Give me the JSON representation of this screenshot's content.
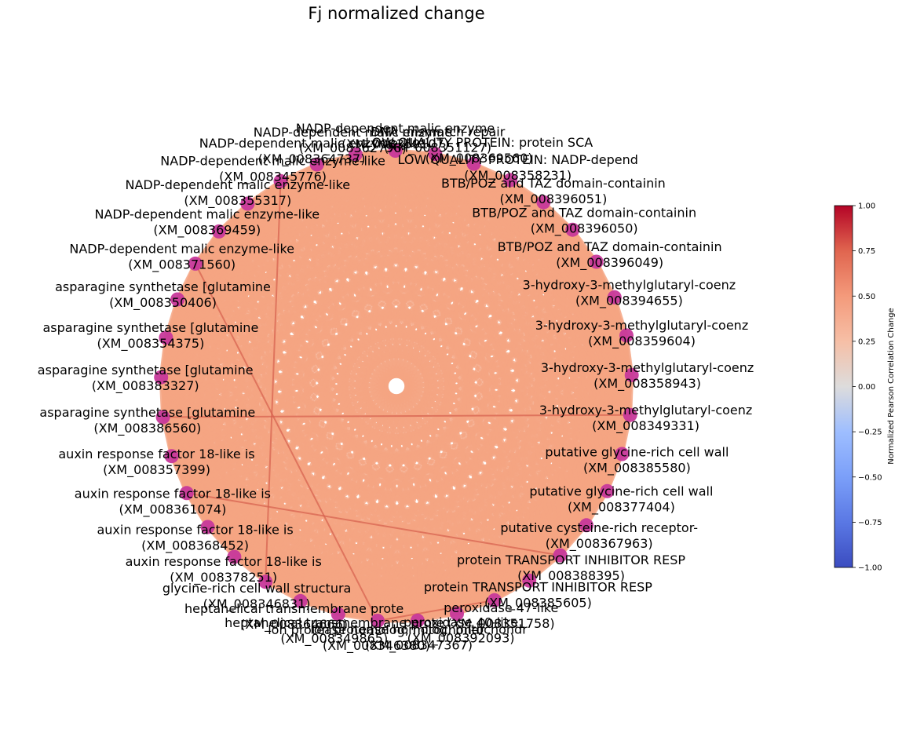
{
  "chart_data": {
    "type": "network",
    "title": "Fj normalized change",
    "colorbar": {
      "label": "Normalized Pearson Correlation Change",
      "min": -1.0,
      "max": 1.0,
      "ticks": [
        "1.00",
        "0.75",
        "0.50",
        "0.25",
        "0.00",
        "−0.25",
        "−0.50",
        "−0.75",
        "−1.00"
      ],
      "colormap": "coolwarm"
    },
    "edge_color": "#f4a582",
    "highlight_edge_color": "#d6604d",
    "node_color": "#c7389a",
    "nodes": [
      {
        "name": "NADP-dependent malic enzyme",
        "id": "(XM_008362796)"
      },
      {
        "name": "NADP-dependent malic enzyme-like",
        "id": "(XM_008364737)"
      },
      {
        "name": "NADP-dependent malic enzyme-like",
        "id": "(XM_008345776)"
      },
      {
        "name": "NADP-dependent malic enzyme-like",
        "id": "(XM_008355317)"
      },
      {
        "name": "NADP-dependent malic enzyme-like",
        "id": "(XM_008369459)"
      },
      {
        "name": "NADP-dependent malic enzyme-like",
        "id": "(XM_008371560)"
      },
      {
        "name": "asparagine synthetase [glutamine",
        "id": "(XM_008350406)"
      },
      {
        "name": "asparagine synthetase [glutamine",
        "id": "(XM_008354375)"
      },
      {
        "name": "asparagine synthetase [glutamine",
        "id": "(XM_008383327)"
      },
      {
        "name": "asparagine synthetase [glutamine",
        "id": "(XM_008386560)"
      },
      {
        "name": "auxin response factor 18-like is",
        "id": "(XM_008357399)"
      },
      {
        "name": "auxin response factor 18-like is",
        "id": "(XM_008361074)"
      },
      {
        "name": "auxin response factor 18-like is",
        "id": "(XM_008368452)"
      },
      {
        "name": "auxin response factor 18-like is",
        "id": "(XM_008378251)"
      },
      {
        "name": "glycine-rich cell wall structura",
        "id": "(XM_008346831)"
      },
      {
        "name": "heptahelical transmembrane prote",
        "id": "(XM_008364666)"
      },
      {
        "name": "heptahelical transmembrane prote",
        "id": "(XM_008349865)"
      },
      {
        "name": "lon protease homolog, mitochondr",
        "id": "(XM_008346380)"
      },
      {
        "name": "lon protease homolog, mitochondr",
        "id": "(XM_008347367)"
      },
      {
        "name": "peroxidase 40-like",
        "id": "(XM_008392093)"
      },
      {
        "name": "peroxidase 47-like",
        "id": "(XM_008351758)"
      },
      {
        "name": "protein TRANSPORT INHIBITOR RESP",
        "id": "(XM_008385605)"
      },
      {
        "name": "protein TRANSPORT INHIBITOR RESP",
        "id": "(XM_008388395)"
      },
      {
        "name": "putative cysteine-rich receptor-",
        "id": "(XM_008367963)"
      },
      {
        "name": "putative glycine-rich cell wall",
        "id": "(XM_008377404)"
      },
      {
        "name": "putative glycine-rich cell wall",
        "id": "(XM_008385580)"
      },
      {
        "name": "3-hydroxy-3-methylglutaryl-coenz",
        "id": "(XM_008349331)"
      },
      {
        "name": "3-hydroxy-3-methylglutaryl-coenz",
        "id": "(XM_008358943)"
      },
      {
        "name": "3-hydroxy-3-methylglutaryl-coenz",
        "id": "(XM_008359604)"
      },
      {
        "name": "3-hydroxy-3-methylglutaryl-coenz",
        "id": "(XM_008394655)"
      },
      {
        "name": "BTB/POZ and TAZ domain-containin",
        "id": "(XM_008396049)"
      },
      {
        "name": "BTB/POZ and TAZ domain-containin",
        "id": "(XM_008396050)"
      },
      {
        "name": "BTB/POZ and TAZ domain-containin",
        "id": "(XM_008396051)"
      },
      {
        "name": "LOW QUALITY PROTEIN: NADP-depend",
        "id": "(XM_008358231)"
      },
      {
        "name": "LOW QUALITY PROTEIN: protein SCA",
        "id": "(XM_008369560)"
      },
      {
        "name": "DNA mismatch repair",
        "id": "(XM_008351127)"
      },
      {
        "name": "NADP-dependent malic enzyme",
        "id": "(XM_008359107)"
      }
    ]
  }
}
